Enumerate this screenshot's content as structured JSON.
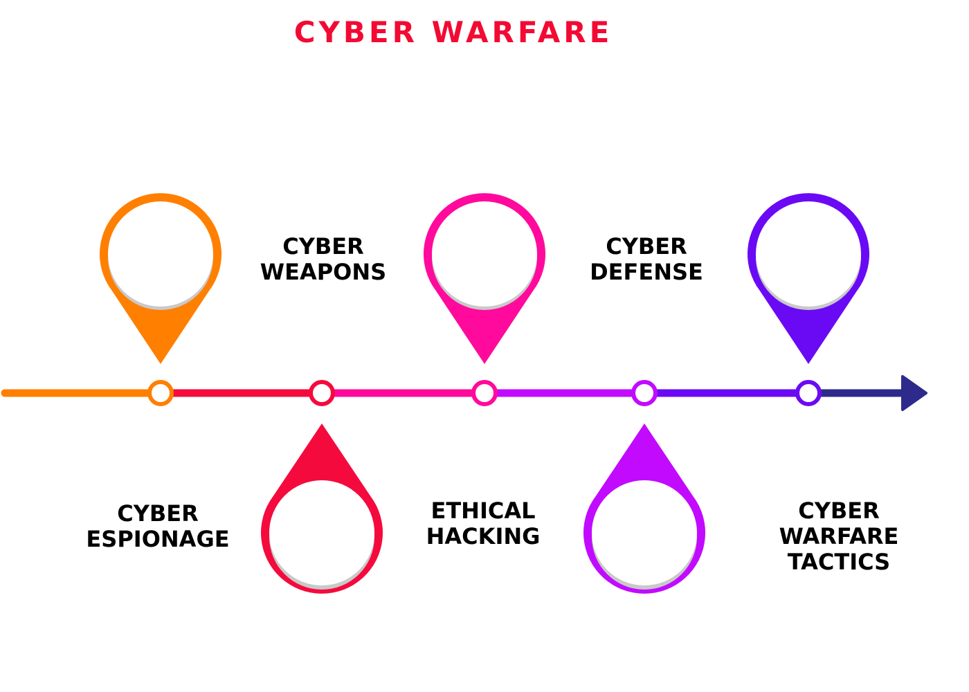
{
  "title": "CYBER WARFARE",
  "colors": {
    "title": "#f20a33",
    "orange": "#ff7f00",
    "red": "#f50a3d",
    "pink": "#ff0a9c",
    "magenta": "#c20aff",
    "violet": "#6a0af5",
    "navy": "#2d2a8c"
  },
  "milestones": [
    {
      "lines": [
        "CYBER",
        "ESPIONAGE"
      ],
      "color": "#ff7f00",
      "pin": "up",
      "icon": "location-pin-icon"
    },
    {
      "lines": [
        "CYBER",
        "WEAPONS"
      ],
      "color": "#f50a3d",
      "pin": "down",
      "icon": "location-pin-icon"
    },
    {
      "lines": [
        "ETHICAL",
        "HACKING"
      ],
      "color": "#ff0a9c",
      "pin": "up",
      "icon": "location-pin-icon"
    },
    {
      "lines": [
        "CYBER",
        "DEFENSE"
      ],
      "color": "#c20aff",
      "pin": "down",
      "icon": "location-pin-icon"
    },
    {
      "lines": [
        "CYBER",
        "WARFARE",
        "TACTICS"
      ],
      "color": "#6a0af5",
      "pin": "up",
      "icon": "location-pin-icon"
    }
  ]
}
